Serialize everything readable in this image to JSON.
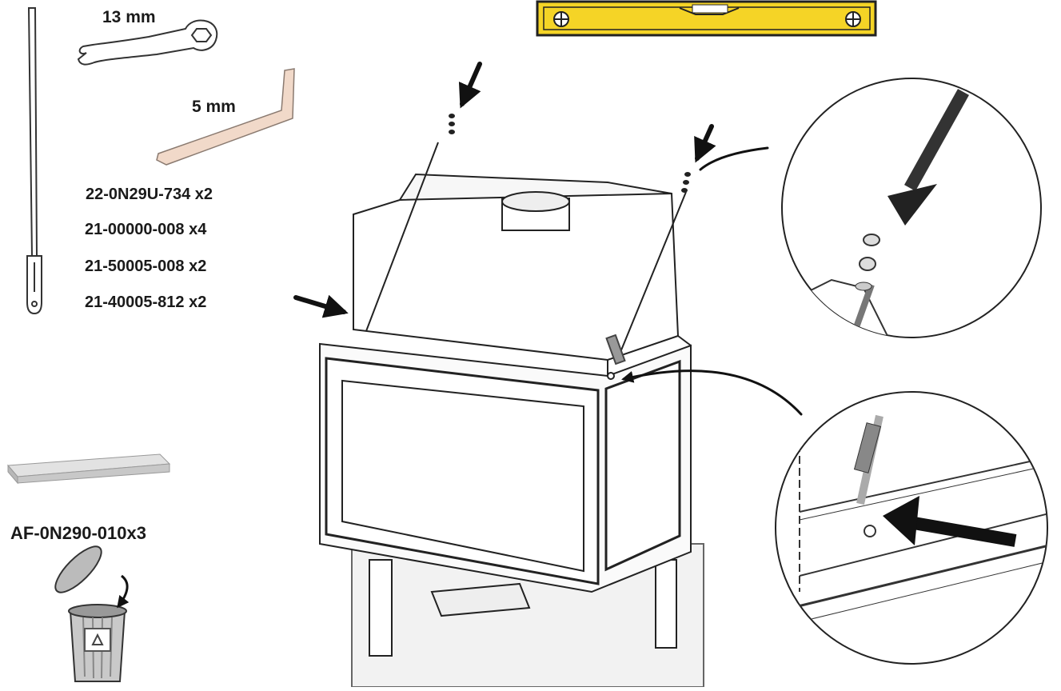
{
  "tools": {
    "wrench_label": "13 mm",
    "hex_key_label": "5 mm"
  },
  "parts": [
    {
      "label": "22-0N29U-734 x2"
    },
    {
      "label": "21-00000-008 x4"
    },
    {
      "label": "21-50005-008 x2"
    },
    {
      "label": "21-40005-812 x2"
    }
  ],
  "insulation": {
    "label": "AF-0N290-010x3"
  },
  "colors": {
    "level_body": "#f5d426",
    "hex_key": "#f1d9c9",
    "insulation": "#d2d2d2",
    "line": "#222222"
  },
  "icons": [
    "wrench-icon",
    "hex-key-icon",
    "spirit-level-icon",
    "recycle-bin-icon",
    "recycle-icon",
    "arrow-icon",
    "magnifier-detail"
  ]
}
